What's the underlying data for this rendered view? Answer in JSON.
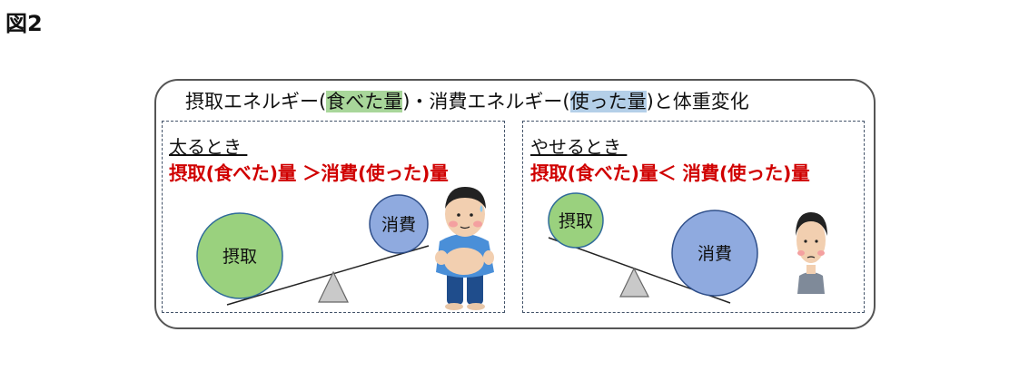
{
  "figure_label": "図2",
  "title": {
    "prefix": "摂取エネルギー(",
    "intake_hint": "食べた量",
    "middle": ")・消費エネルギー(",
    "expend_hint": "使った量",
    "suffix": ")と体重変化"
  },
  "panels": [
    {
      "heading": "太るとき ",
      "comparison": "摂取(食べた)量 ＞消費(使った)量",
      "intake_label": "摂取",
      "expend_label": "消費"
    },
    {
      "heading": "やせるとき ",
      "comparison": "摂取(食べた)量＜ 消費(使った)量",
      "intake_label": "摂取",
      "expend_label": "消費"
    }
  ],
  "colors": {
    "intake_circle": "#9ad17e",
    "expend_circle": "#8faadf",
    "comparison_text": "#d00000",
    "fulcrum": "#c9c9c9",
    "panel_border": "#44546a"
  },
  "icons": [
    "overweight-man-icon",
    "thin-man-icon",
    "fulcrum-triangle-icon"
  ]
}
